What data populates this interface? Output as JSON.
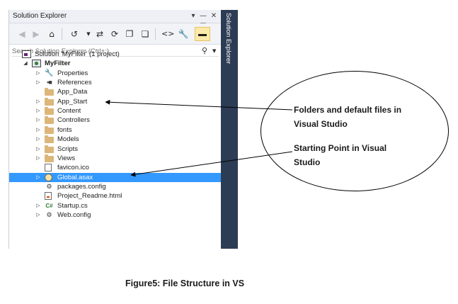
{
  "panel": {
    "title": "Solution Explorer",
    "title_controls": {
      "dropdown": "▾",
      "pin": "—□",
      "close": "✕"
    },
    "search_placeholder": "Search Solution Explorer (Ctrl+;)",
    "side_tab_label": "Solution Explorer"
  },
  "toolbar": {
    "icons": [
      "back-icon",
      "forward-icon",
      "home-icon",
      "history-icon",
      "sync-icon",
      "refresh-icon",
      "collapse-all-icon",
      "show-all-files-icon",
      "code-view-icon",
      "properties-wrench-icon",
      "pin-preview-icon"
    ]
  },
  "tree": [
    {
      "label": "Solution 'MyFilter' (1 project)",
      "icon": "solution-icon",
      "expander": "",
      "level": 0,
      "bold": false,
      "selected": false
    },
    {
      "label": "MyFilter",
      "icon": "project-icon",
      "expander": "◢",
      "level": 1,
      "bold": true,
      "selected": false
    },
    {
      "label": "Properties",
      "icon": "wrench-icon",
      "expander": "▷",
      "level": 2,
      "bold": false,
      "selected": false
    },
    {
      "label": "References",
      "icon": "references-icon",
      "expander": "▷",
      "level": 2,
      "bold": false,
      "selected": false
    },
    {
      "label": "App_Data",
      "icon": "folder-icon",
      "expander": "",
      "level": 2,
      "bold": false,
      "selected": false
    },
    {
      "label": "App_Start",
      "icon": "folder-icon",
      "expander": "▷",
      "level": 2,
      "bold": false,
      "selected": false
    },
    {
      "label": "Content",
      "icon": "folder-icon",
      "expander": "▷",
      "level": 2,
      "bold": false,
      "selected": false
    },
    {
      "label": "Controllers",
      "icon": "folder-icon",
      "expander": "▷",
      "level": 2,
      "bold": false,
      "selected": false
    },
    {
      "label": "fonts",
      "icon": "folder-icon",
      "expander": "▷",
      "level": 2,
      "bold": false,
      "selected": false
    },
    {
      "label": "Models",
      "icon": "folder-icon",
      "expander": "▷",
      "level": 2,
      "bold": false,
      "selected": false
    },
    {
      "label": "Scripts",
      "icon": "folder-icon",
      "expander": "▷",
      "level": 2,
      "bold": false,
      "selected": false
    },
    {
      "label": "Views",
      "icon": "folder-icon",
      "expander": "▷",
      "level": 2,
      "bold": false,
      "selected": false
    },
    {
      "label": "favicon.ico",
      "icon": "file-icon",
      "expander": "",
      "level": 2,
      "bold": false,
      "selected": false
    },
    {
      "label": "Global.asax",
      "icon": "global-asax-icon",
      "expander": "▷",
      "level": 2,
      "bold": false,
      "selected": true
    },
    {
      "label": "packages.config",
      "icon": "config-icon",
      "expander": "",
      "level": 2,
      "bold": false,
      "selected": false
    },
    {
      "label": "Project_Readme.html",
      "icon": "html-file-icon",
      "expander": "",
      "level": 2,
      "bold": false,
      "selected": false
    },
    {
      "label": "Startup.cs",
      "icon": "csharp-file-icon",
      "expander": "▷",
      "level": 2,
      "bold": false,
      "selected": false
    },
    {
      "label": "Web.config",
      "icon": "config-icon",
      "expander": "▷",
      "level": 2,
      "bold": false,
      "selected": false
    }
  ],
  "annotations": {
    "folders_line1": "Folders and default files in",
    "folders_line2": "Visual Studio",
    "start_line1": "Starting Point in Visual",
    "start_line2": "Studio"
  },
  "caption": "Figure5: File Structure in VS",
  "colors": {
    "selection": "#3399ff",
    "side_tab": "#2d3c55",
    "folder": "#dcb67a",
    "accent_pin": "#fde9a8"
  }
}
